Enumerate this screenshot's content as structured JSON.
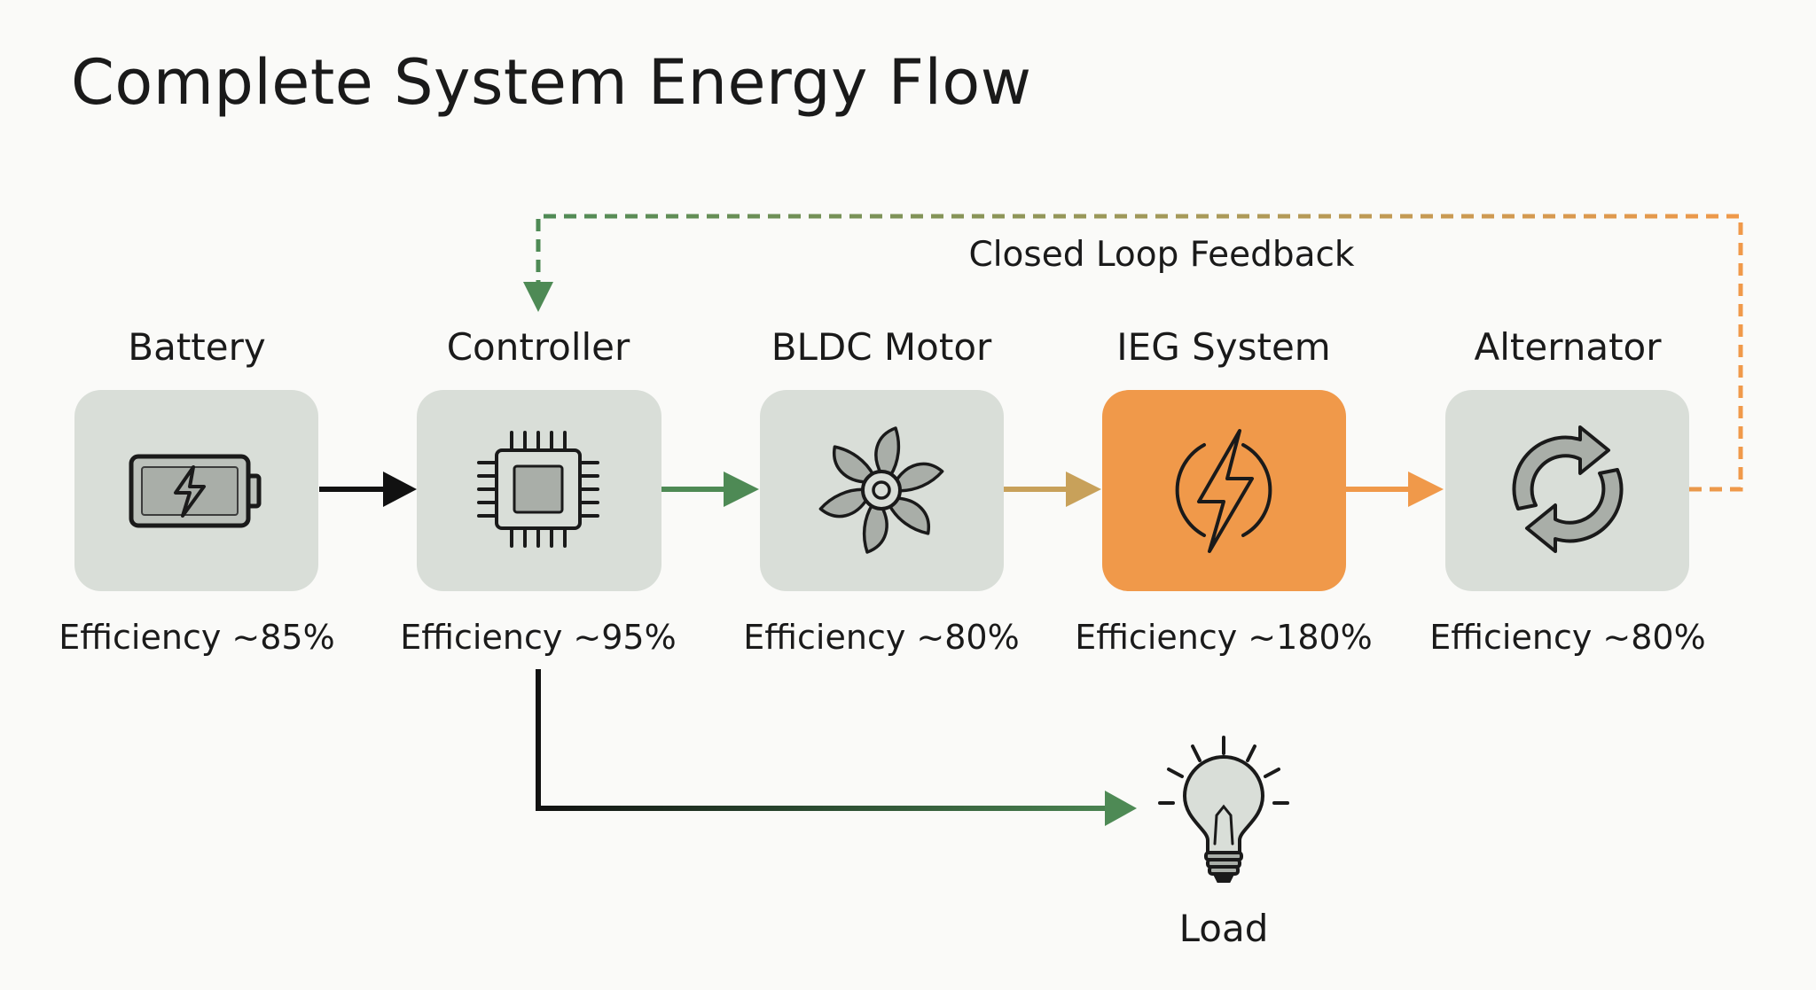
{
  "title": "Complete System Energy Flow",
  "feedback_label": "Closed Loop Feedback",
  "nodes": [
    {
      "id": "battery",
      "name": "Battery",
      "efficiency": "Efficiency ~85%",
      "icon": "battery-icon",
      "highlight": false
    },
    {
      "id": "controller",
      "name": "Controller",
      "efficiency": "Efficiency ~95%",
      "icon": "chip-icon",
      "highlight": false
    },
    {
      "id": "bldc",
      "name": "BLDC Motor",
      "efficiency": "Efficiency ~80%",
      "icon": "fan-icon",
      "highlight": false
    },
    {
      "id": "ieg",
      "name": "IEG System",
      "efficiency": "Efficiency ~180%",
      "icon": "lightning-circle-icon",
      "highlight": true
    },
    {
      "id": "alternator",
      "name": "Alternator",
      "efficiency": "Efficiency ~80%",
      "icon": "refresh-icon",
      "highlight": false
    }
  ],
  "load": {
    "name": "Load",
    "icon": "light-bulb-icon"
  },
  "colors": {
    "box": "#d9ded8",
    "highlight": "#f0994a",
    "green": "#4e8a55",
    "tan": "#c8a15a",
    "orange": "#f0994a",
    "black": "#111111"
  }
}
